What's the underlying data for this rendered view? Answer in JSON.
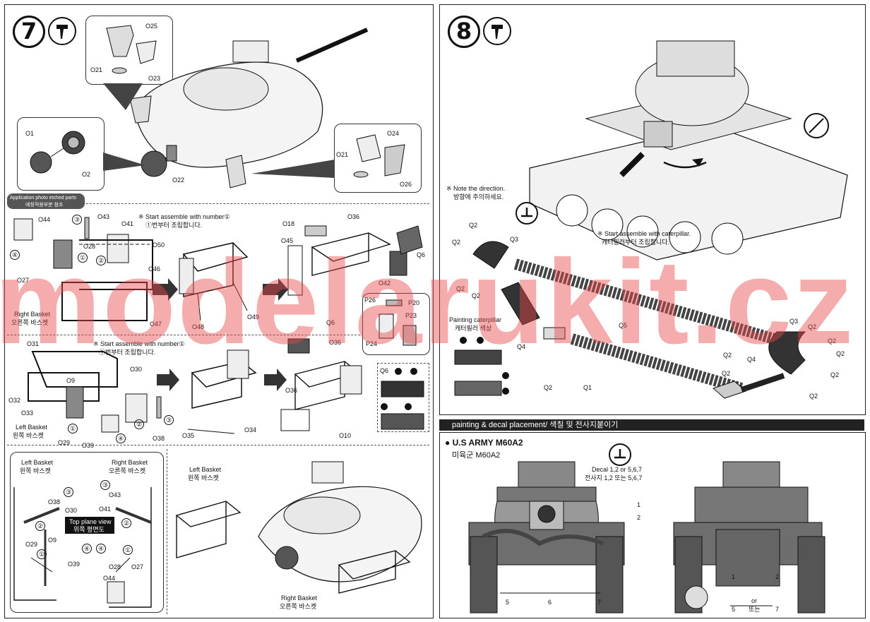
{
  "watermark": "modelarukit.cz",
  "step7": {
    "number": "7",
    "photo_etched_note_en": "Application photo etched parts",
    "photo_etched_note_kr": "에칭적용부분 참조",
    "start_note_1_en": "※ Start assemble with number①",
    "start_note_1_kr": "①번부터 조립합니다.",
    "start_note_2_en": "※ Start assemble with number①",
    "start_note_2_kr": "①번부터 조립합니다.",
    "right_basket_en": "Right Basket",
    "right_basket_kr": "오른쪽 바스켓",
    "left_basket_en": "Left Basket",
    "left_basket_kr": "왼쪽 바스켓",
    "top_plane_en": "Top plane view",
    "top_plane_kr": "위쪽 평면도",
    "bottom_left_basket_en": "Left Basket",
    "bottom_left_basket_kr": "왼쪽 바스켓",
    "bottom_right_basket_en": "Right Basket",
    "bottom_right_basket_kr": "오른쪽 바스켓",
    "callout_left_basket_en": "Left Basket",
    "callout_left_basket_kr": "왼쪽 바스켓",
    "callout_right_basket_en": "Right Basket",
    "callout_right_basket_kr": "오른쪽 바스켓",
    "parts": [
      "O25",
      "O21",
      "O23",
      "O1",
      "O2",
      "O22",
      "O24",
      "O21",
      "O26",
      "O44",
      "O43",
      "O41",
      "O28",
      "O50",
      "O27",
      "O46",
      "O47",
      "O48",
      "O49",
      "O18",
      "O45",
      "O36",
      "O42",
      "Q6",
      "P26",
      "P20",
      "P23",
      "P24",
      "O31",
      "O9",
      "O32",
      "O33",
      "O29",
      "O39",
      "O30",
      "O38",
      "Q6",
      "O36",
      "O36",
      "O35",
      "O34",
      "O10",
      "O38",
      "O30",
      "O43",
      "O41",
      "O29",
      "O9",
      "O39",
      "O28",
      "O27",
      "O44"
    ],
    "circled": [
      "①",
      "②",
      "③",
      "④"
    ]
  },
  "step8": {
    "number": "8",
    "note_dir_en": "※ Note the direction.",
    "note_dir_kr": "방향에 주의하세요.",
    "note_cat_en": "※ Start assemble with caterpillar.",
    "note_cat_kr": "캐터필러부터 조립합니다.",
    "painting_cat_en": "Painting caterpillar",
    "painting_cat_kr": "캐터필러 색상",
    "parts": [
      "Q2",
      "Q3",
      "Q2",
      "Q2",
      "Q2",
      "Q5",
      "Q4",
      "Q2",
      "Q1",
      "Q3",
      "Q2",
      "Q2",
      "Q2",
      "Q2",
      "Q2",
      "Q2",
      "Q4",
      "Q2"
    ]
  },
  "painting": {
    "section_title": "painting & decal placement/ 색칠 및 전사지붙이기",
    "army_en": "● U.S ARMY M60A2",
    "army_kr": "미육군  M60A2",
    "decal_note_en": "Decal 1,2 or 5,6,7",
    "decal_note_kr": "전사지 1,2 또는 5,6,7",
    "front_labels": [
      "1",
      "2",
      "5",
      "6",
      "7"
    ],
    "rear_labels": [
      "1",
      "2",
      "5",
      "7"
    ],
    "or_en": "or",
    "or_kr": "또는"
  }
}
